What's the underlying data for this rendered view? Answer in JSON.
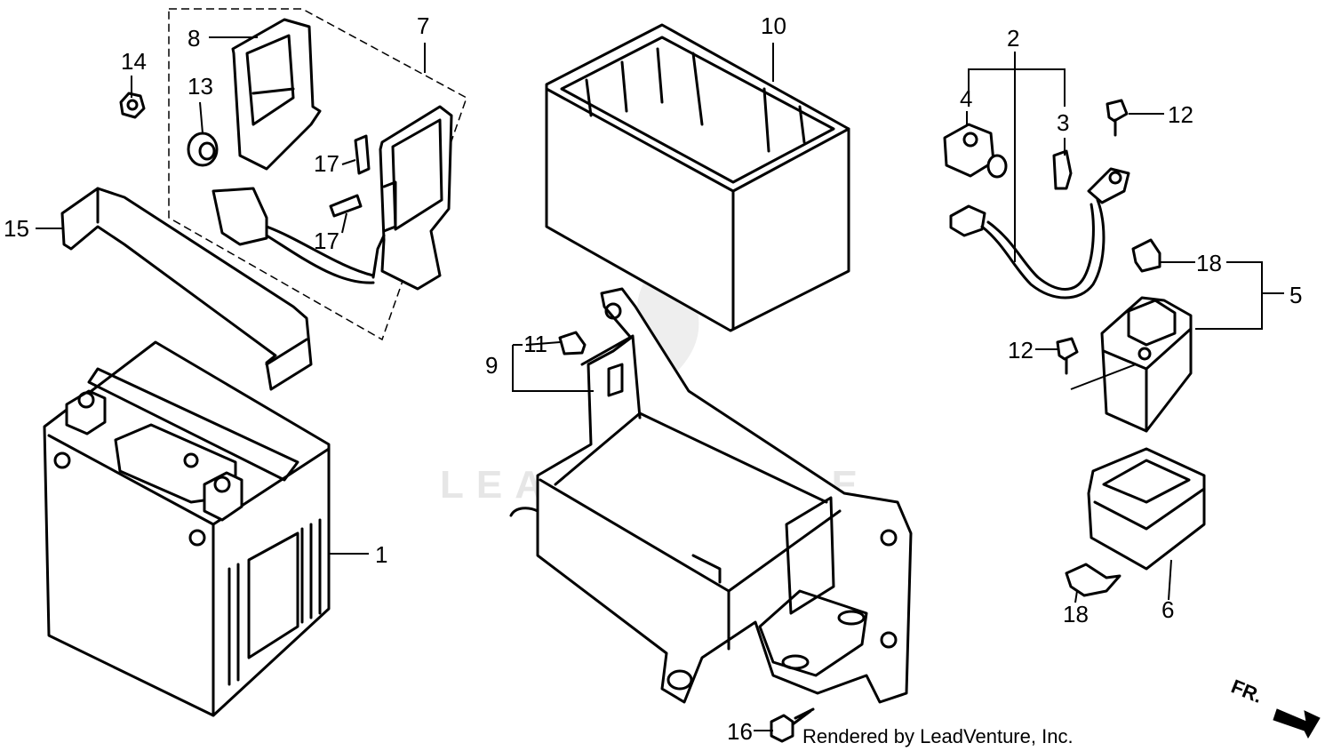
{
  "watermark": "LEADVENTURE",
  "credit": "Rendered by LeadVenture, Inc.",
  "direction_label": "FR.",
  "callouts": {
    "c1": "1",
    "c2": "2",
    "c3": "3",
    "c4": "4",
    "c5": "5",
    "c6": "6",
    "c7": "7",
    "c8": "8",
    "c9": "9",
    "c10": "10",
    "c11": "11",
    "c12a": "12",
    "c12b": "12",
    "c13": "13",
    "c14": "14",
    "c15": "15",
    "c16": "16",
    "c17a": "17",
    "c17b": "17",
    "c18a": "18",
    "c18b": "18"
  }
}
